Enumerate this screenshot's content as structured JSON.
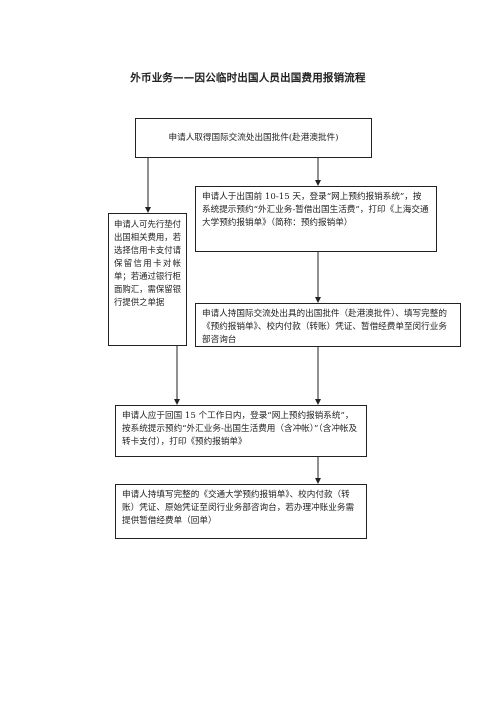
{
  "title": "外币业务——因公临时出国人员出国费用报销流程",
  "steps": {
    "step1": "申请人取得国际交流处出国批件(赴港澳批件)",
    "step2": "申请人于出国前 10-15 天，登录“网上预约报销系统”，按系统提示预约“外汇业务-暂借出国生活费”，打印《上海交通大学预约报销单》（简称：预约报销单）",
    "side": "申请人可先行垫付出国相关费用，若选择信用卡支付请保留信用卡对帐单；若通过银行柜面购汇，需保留银行提供之单据",
    "step3": "申请人持国际交流处出具的出国批件（赴港澳批件）、填写完整的《预约报销单》、校内付款（转账）凭证、暂借经费单至闵行业务部咨询台",
    "step4": "申请人应于回国 15 个工作日内，登录“网上预约报销系统”，按系统提示预约“外汇业务-出国生活费用（含冲帐）”（含冲帐及转卡支付），打印《预约报销单》",
    "step5": "申请人持填写完整的《交通大学预约报销单》、校内付款（转账）凭证、原始凭证至闵行业务部咨询台，若办理冲账业务需提供暂借经费单（回单）"
  }
}
